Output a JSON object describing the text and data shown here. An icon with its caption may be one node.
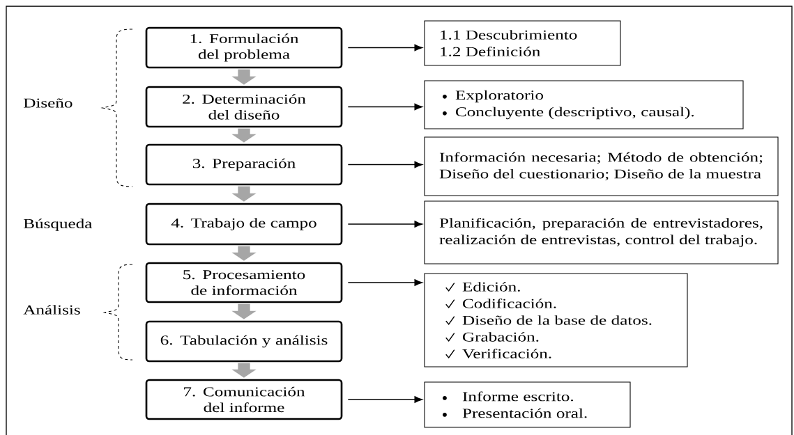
{
  "diagram": {
    "nodes": [
      {
        "text": [
          "1. Formulación del problema"
        ]
      },
      {
        "text": [
          "2. Determinación del diseño"
        ]
      },
      {
        "text": [
          "3. Preparación"
        ]
      },
      {
        "text": [
          "4. Trabajo de campo"
        ]
      },
      {
        "text": [
          "5. Procesamiento de información"
        ]
      },
      {
        "text": [
          "6. Tabulación y análisis"
        ]
      },
      {
        "text": [
          "7. Comunicación del informe"
        ]
      },
      {
        "text": [
          "1.1 Descubrimiento",
          "1.2 Definición"
        ]
      },
      {
        "text": [
          "Exploratorio",
          "Concluyente (descriptivo, causal)."
        ]
      },
      {
        "text": [
          "Información necesaria; Método de obtención; Diseño del cuestionario; Diseño de la muestra"
        ]
      },
      {
        "text": [
          "Planificación, preparación de entrevistadores, realización de entrevistas, control del trabajo."
        ]
      },
      {
        "text": [
          "Edición.",
          "Codificación.",
          "Diseño de la base de datos.",
          "Grabación.",
          "Verificación."
        ]
      },
      {
        "text": [
          "Informe escrito.",
          "Presentación oral."
        ]
      }
    ],
    "edges": [
      {
        "from": 0,
        "to": 1,
        "arrow": "to",
        "style": "thick",
        "color": "#a6a6a6"
      },
      {
        "from": 1,
        "to": 2,
        "arrow": "to",
        "style": "thick",
        "color": "#a6a6a6"
      },
      {
        "from": 2,
        "to": 3,
        "arrow": "to",
        "style": "thick",
        "color": "#a6a6a6"
      },
      {
        "from": 3,
        "to": 4,
        "arrow": "to",
        "style": "thick",
        "color": "#a6a6a6"
      },
      {
        "from": 4,
        "to": 5,
        "arrow": "to",
        "style": "thick",
        "color": "#a6a6a6"
      },
      {
        "from": 5,
        "to": 6,
        "arrow": "to",
        "style": "thick",
        "color": "#a6a6a6"
      },
      {
        "from": 0,
        "to": 7,
        "arrow": "to",
        "color": "#000000"
      },
      {
        "from": 1,
        "to": 8,
        "arrow": "to",
        "color": "#000000"
      },
      {
        "from": 2,
        "to": 9,
        "arrow": "to",
        "color": "#000000"
      },
      {
        "from": 3,
        "to": 10,
        "arrow": "to",
        "color": "#000000"
      },
      {
        "from": 4,
        "to": 11,
        "arrow": "to",
        "color": "#000000"
      },
      {
        "from": 6,
        "to": 12,
        "arrow": "to",
        "color": "#000000"
      }
    ],
    "labels": [
      "Diseño",
      "Búsqueda",
      "Análisis"
    ]
  }
}
